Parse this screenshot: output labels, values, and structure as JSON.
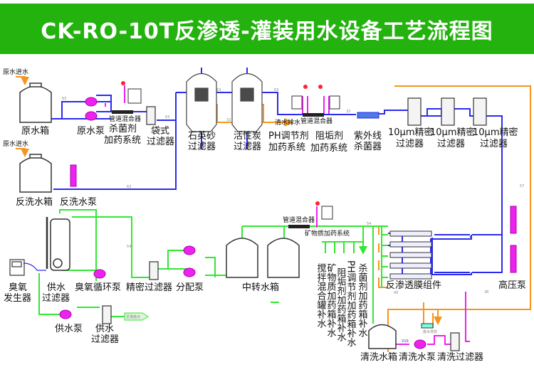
{
  "title": "CK-RO-10T反渗透-灌装用水设备工艺流程图",
  "colors": {
    "banner": "#23b20e",
    "raw_water_line": "#2b2bf0",
    "product_water_line": "#33e633",
    "drain_line": "#f7941d",
    "clean_line": "#ee22ee",
    "pump": "#ee22ee"
  },
  "inlets": {
    "raw_in_1": "原水进水",
    "raw_in_2": "原水进水"
  },
  "labels": {
    "raw_tank": "原水箱",
    "raw_pump": "原水泵",
    "pipe_mixer_1": "管道混合器",
    "bactericide_1": "杀菌剂",
    "bactericide_2": "加药系统",
    "bag_filter_1": "袋式",
    "bag_filter_2": "过滤器",
    "backwash_tank": "反洗水箱",
    "backwash_pump": "反洗水泵",
    "quartz_1": "石英砂",
    "quartz_2": "过滤器",
    "carbon_1": "活性炭",
    "carbon_2": "过滤器",
    "drain": "清水排水",
    "pipe_mixer_2": "管道混合器",
    "ph_1": "PH调节剂",
    "ph_2": "加药系统",
    "antiscalant_1": "阻垢剂",
    "antiscalant_2": "加药系统",
    "uv_1": "紫外线",
    "uv_2": "杀菌器",
    "fine_filter_a1": "10μm精密",
    "fine_filter_a2": "过滤器",
    "fine_filter_b1": "10μm精密",
    "fine_filter_b2": "过滤器",
    "fine_filter_c1": "10μm精密",
    "fine_filter_c2": "过滤器",
    "high_pressure_pump": "高压泵",
    "ro_membrane": "反渗透膜组件",
    "pipe_mixer_3": "管道混合器",
    "mineral_dosing": "矿物质加药系统",
    "transfer_tank": "中转水箱",
    "distribution_pump": "分配泵",
    "precision_filter": "精密过滤器",
    "ozone_pump": "臭氧循环泵",
    "supply_filter_tank_1": "供水",
    "supply_filter_tank_2": "过滤器",
    "ozone_gen_1": "臭氧",
    "ozone_gen_2": "发生器",
    "supply_pump": "供水泵",
    "supply_filter_1": "供水",
    "supply_filter_2": "过滤器",
    "to_filling": "至灌装点",
    "clean_tank": "清洗水箱",
    "clean_pump": "清洗水泵",
    "clean_filter": "清洗过滤器",
    "waste_drain": "废水排放"
  },
  "makeup_columns": [
    "搅拌混合罐补水",
    "矿物质加药箱补水",
    "阻垢剂加药箱补水",
    "PH调节剂加药箱补水",
    "杀菌剂加药箱补水"
  ],
  "pipe_tags": {
    "g63": "63",
    "g32": "32",
    "g54": "54",
    "g40": "40",
    "g57": "57",
    "g38": "38",
    "v16": "V16"
  }
}
